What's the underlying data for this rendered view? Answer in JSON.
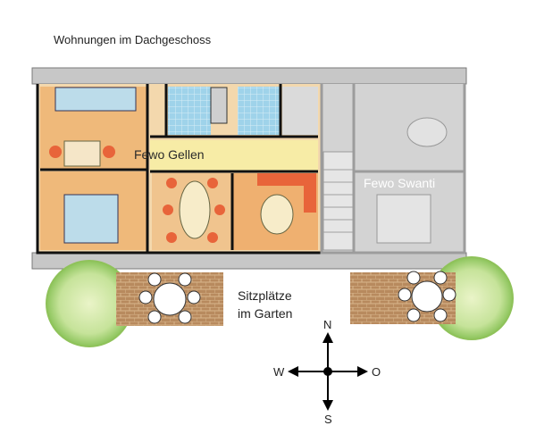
{
  "title": "Wohnungen im Dachgeschoss",
  "apartments": [
    {
      "name": "Fewo Gellen"
    },
    {
      "name": "Fewo Swanti"
    }
  ],
  "garden_label": [
    "Sitzplätze",
    "im Garten"
  ],
  "compass": {
    "north": "N",
    "south": "S",
    "west": "W",
    "east": "O"
  }
}
